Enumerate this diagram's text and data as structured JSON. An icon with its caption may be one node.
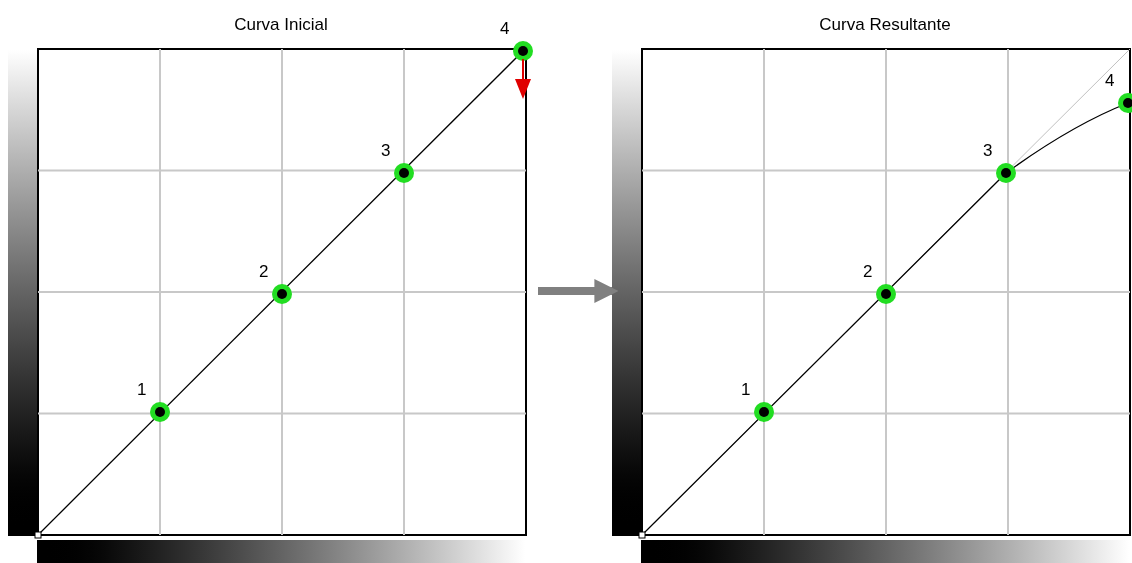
{
  "diagram": {
    "nodes": [
      {
        "text": [
          "Curva Inicial"
        ]
      },
      {
        "text": [],
        "shape": "bar",
        "in": 0
      },
      {
        "text": [],
        "shape": "bar",
        "in": 0
      },
      {
        "text": [
          "Curva Resultante"
        ]
      },
      {
        "text": [],
        "shape": "bar",
        "in": 3
      },
      {
        "text": [],
        "shape": "bar",
        "in": 3
      }
    ],
    "edges": [
      {
        "from": 0,
        "to": 3,
        "arrow": "to",
        "color": "#808080"
      }
    ],
    "labels": [
      "1",
      "2",
      "3",
      "4",
      "1",
      "2",
      "3",
      "4"
    ]
  }
}
